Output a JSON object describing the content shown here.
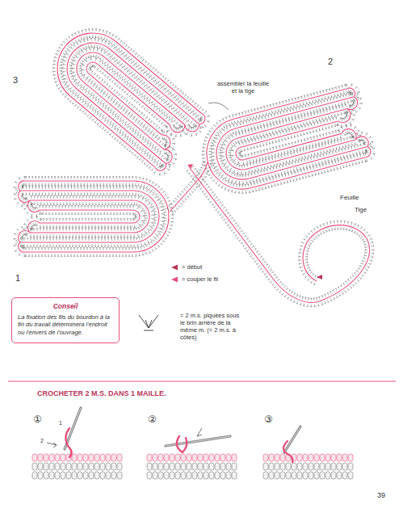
{
  "diagram": {
    "nodes": [
      {
        "text": [
          "Conseil",
          "La fixation des fils du bourdon à la fin du travail déterminera l'endroit ou l'envers de l'ouvrage."
        ]
      }
    ],
    "edges": [],
    "labels": [
      "3",
      "assembler la feuille et la tige",
      "2",
      "1",
      "Feuille",
      "Tige",
      "CROCHETER 2 M.S. DANS 1 MAILLE.",
      "①",
      "1",
      "2",
      "②",
      "③",
      "39"
    ],
    "legend": [
      {
        "text": "= début"
      },
      {
        "text": "= couper le fil"
      },
      {
        "text": "= 2 m.s. piquées sous le brin arrière de la même m. (= 2 m.s. à côtes)"
      }
    ]
  }
}
